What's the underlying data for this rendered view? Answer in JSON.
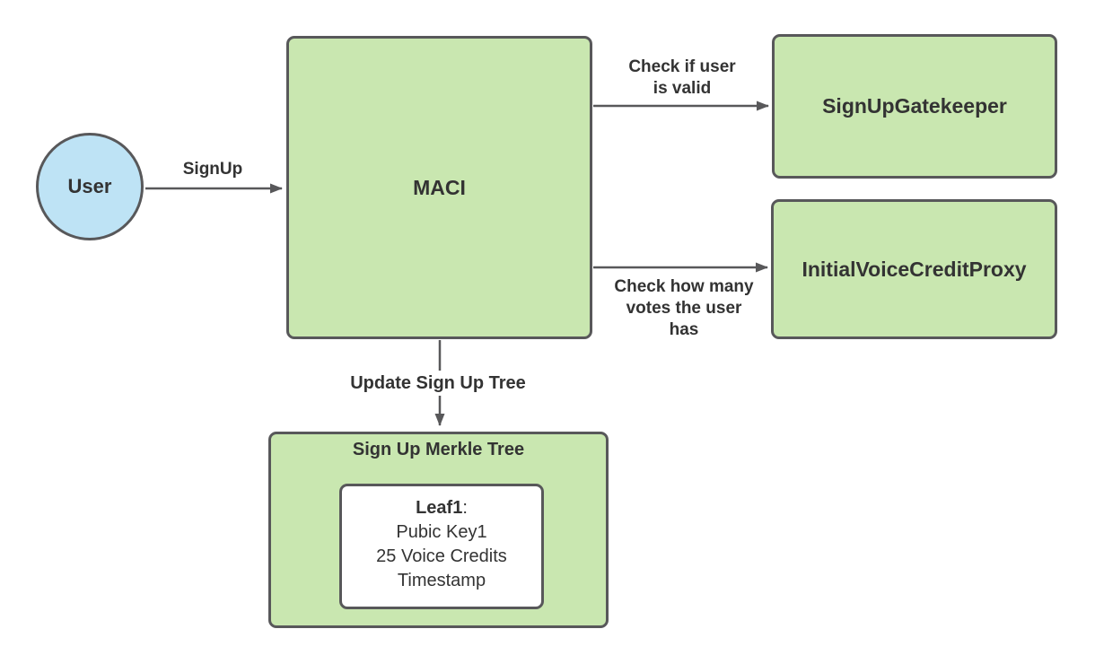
{
  "diagram": {
    "colors": {
      "green_fill": "#c9e7b0",
      "blue_fill": "#bee3f5",
      "border": "#58585a",
      "arrow": "#58585a",
      "text": "#333333",
      "leaf_fill": "#ffffff",
      "background": "#ffffff"
    },
    "nodes": {
      "user": {
        "label": "User"
      },
      "maci": {
        "label": "MACI"
      },
      "gatekeeper": {
        "label": "SignUpGatekeeper"
      },
      "voice_credit_proxy": {
        "label": "InitialVoiceCreditProxy"
      },
      "merkle_tree": {
        "title": "Sign Up Merkle Tree"
      },
      "leaf": {
        "title_bold": "Leaf1",
        "title_suffix": ":",
        "lines": [
          "Pubic Key1",
          "25 Voice Credits",
          "Timestamp"
        ]
      }
    },
    "edges": {
      "signup": {
        "label": "SignUp"
      },
      "check_valid": {
        "label": "Check if user\nis valid"
      },
      "check_votes": {
        "label": "Check how many\nvotes the user\nhas"
      },
      "update_tree": {
        "label": "Update Sign Up Tree"
      }
    }
  }
}
